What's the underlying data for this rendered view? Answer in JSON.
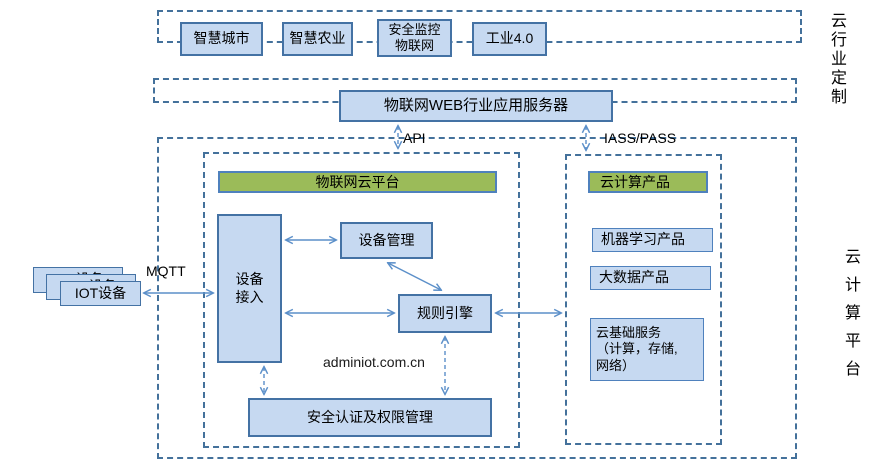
{
  "colors": {
    "box_fill": "#c6d9f1",
    "box_border": "#4472a4",
    "dashed_border": "#44719b",
    "green_fill": "#9bbb59",
    "green_border": "#4f81bd",
    "arrow": "#5b8fc9"
  },
  "top_row": {
    "items": [
      {
        "label": "智慧城市"
      },
      {
        "label": "智慧农业"
      },
      {
        "label": "安全监控\n物联网"
      },
      {
        "label": "工业4.0"
      }
    ]
  },
  "web_server": {
    "label": "物联网WEB行业应用服务器"
  },
  "connectors": {
    "api": "API",
    "iass_pass": "IASS/PASS",
    "mqtt": "MQTT"
  },
  "iot_platform": {
    "title": "物联网云平台",
    "device_access": "设备\n接入",
    "device_mgmt": "设备管理",
    "rule_engine": "规则引擎",
    "domain": "adminiot.com.cn",
    "auth": "安全认证及权限管理"
  },
  "cloud_products": {
    "title": "云计算产品",
    "items": [
      {
        "label": "机器学习产品"
      },
      {
        "label": "大数据产品"
      },
      {
        "label": "云基础服务\n（计算，存储,\n网络）"
      }
    ]
  },
  "iot_devices": {
    "label": "IOT设备"
  },
  "side_labels": {
    "industry": "云行业定制",
    "cloud": "云计算平台"
  }
}
